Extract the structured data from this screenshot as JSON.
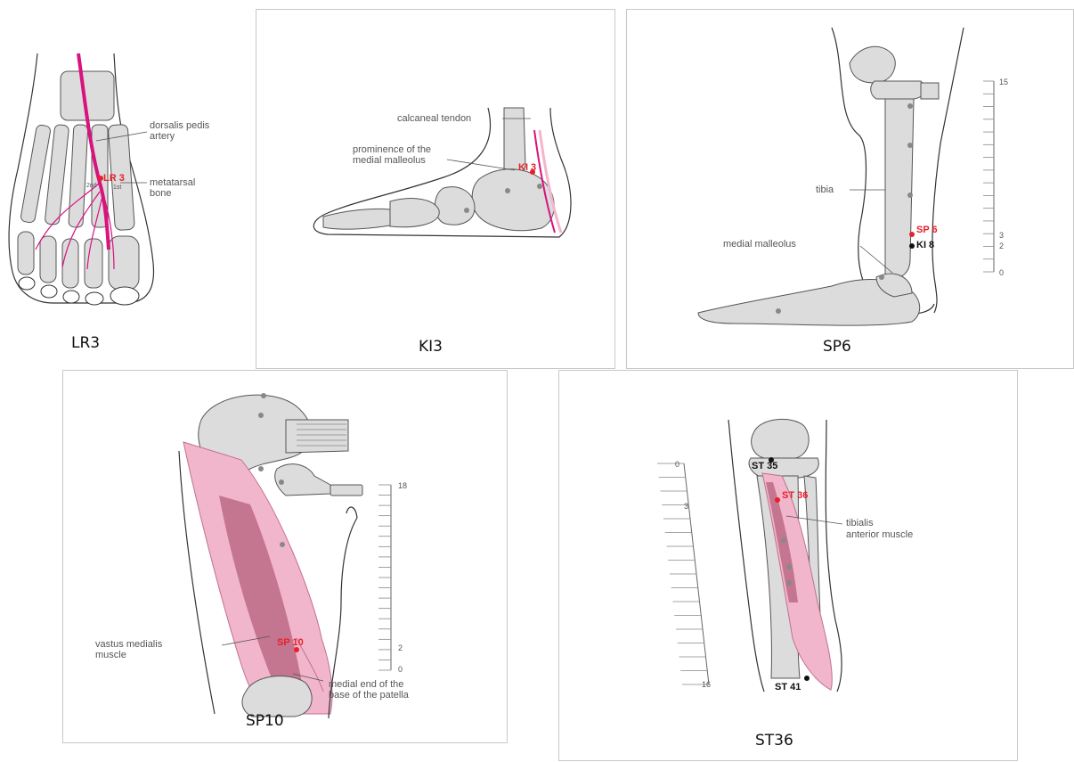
{
  "panels": {
    "lr3": {
      "caption": "LR3",
      "point": "LR 3",
      "labels": {
        "artery": [
          "dorsalis pedis",
          "artery"
        ],
        "bone": [
          "metatarsal",
          "bone"
        ],
        "first": "1st",
        "second": "2nd"
      }
    },
    "ki3": {
      "caption": "KI3",
      "point": "KI 3",
      "labels": {
        "tendon": "calcaneal tendon",
        "malleolus": [
          "prominence of the",
          "medial malleolus"
        ]
      }
    },
    "sp6": {
      "caption": "SP6",
      "points": [
        "SP 6",
        "KI 8"
      ],
      "labels": {
        "tibia": "tibia",
        "malleolus": "medial malleolus"
      },
      "scale": [
        "15",
        "3",
        "2",
        "0"
      ]
    },
    "sp10": {
      "caption": "SP10",
      "point": "SP 10",
      "labels": {
        "muscle": [
          "vastus medialis",
          "muscle"
        ],
        "patella": [
          "medial end of the",
          "base of the patella"
        ]
      },
      "scale": [
        "18",
        "2",
        "0"
      ]
    },
    "st36": {
      "caption": "ST36",
      "points": [
        "ST 35",
        "ST 36",
        "ST 41"
      ],
      "labels": {
        "muscle": [
          "tibialis",
          "anterior muscle"
        ]
      },
      "scale": [
        "0",
        "3",
        "16"
      ]
    }
  },
  "colors": {
    "point_red": "#e8202a",
    "point_black": "#111111",
    "vessel": "#d8127e",
    "muscle_pink": "#f2b6cc",
    "muscle_dark": "#b4607c"
  }
}
